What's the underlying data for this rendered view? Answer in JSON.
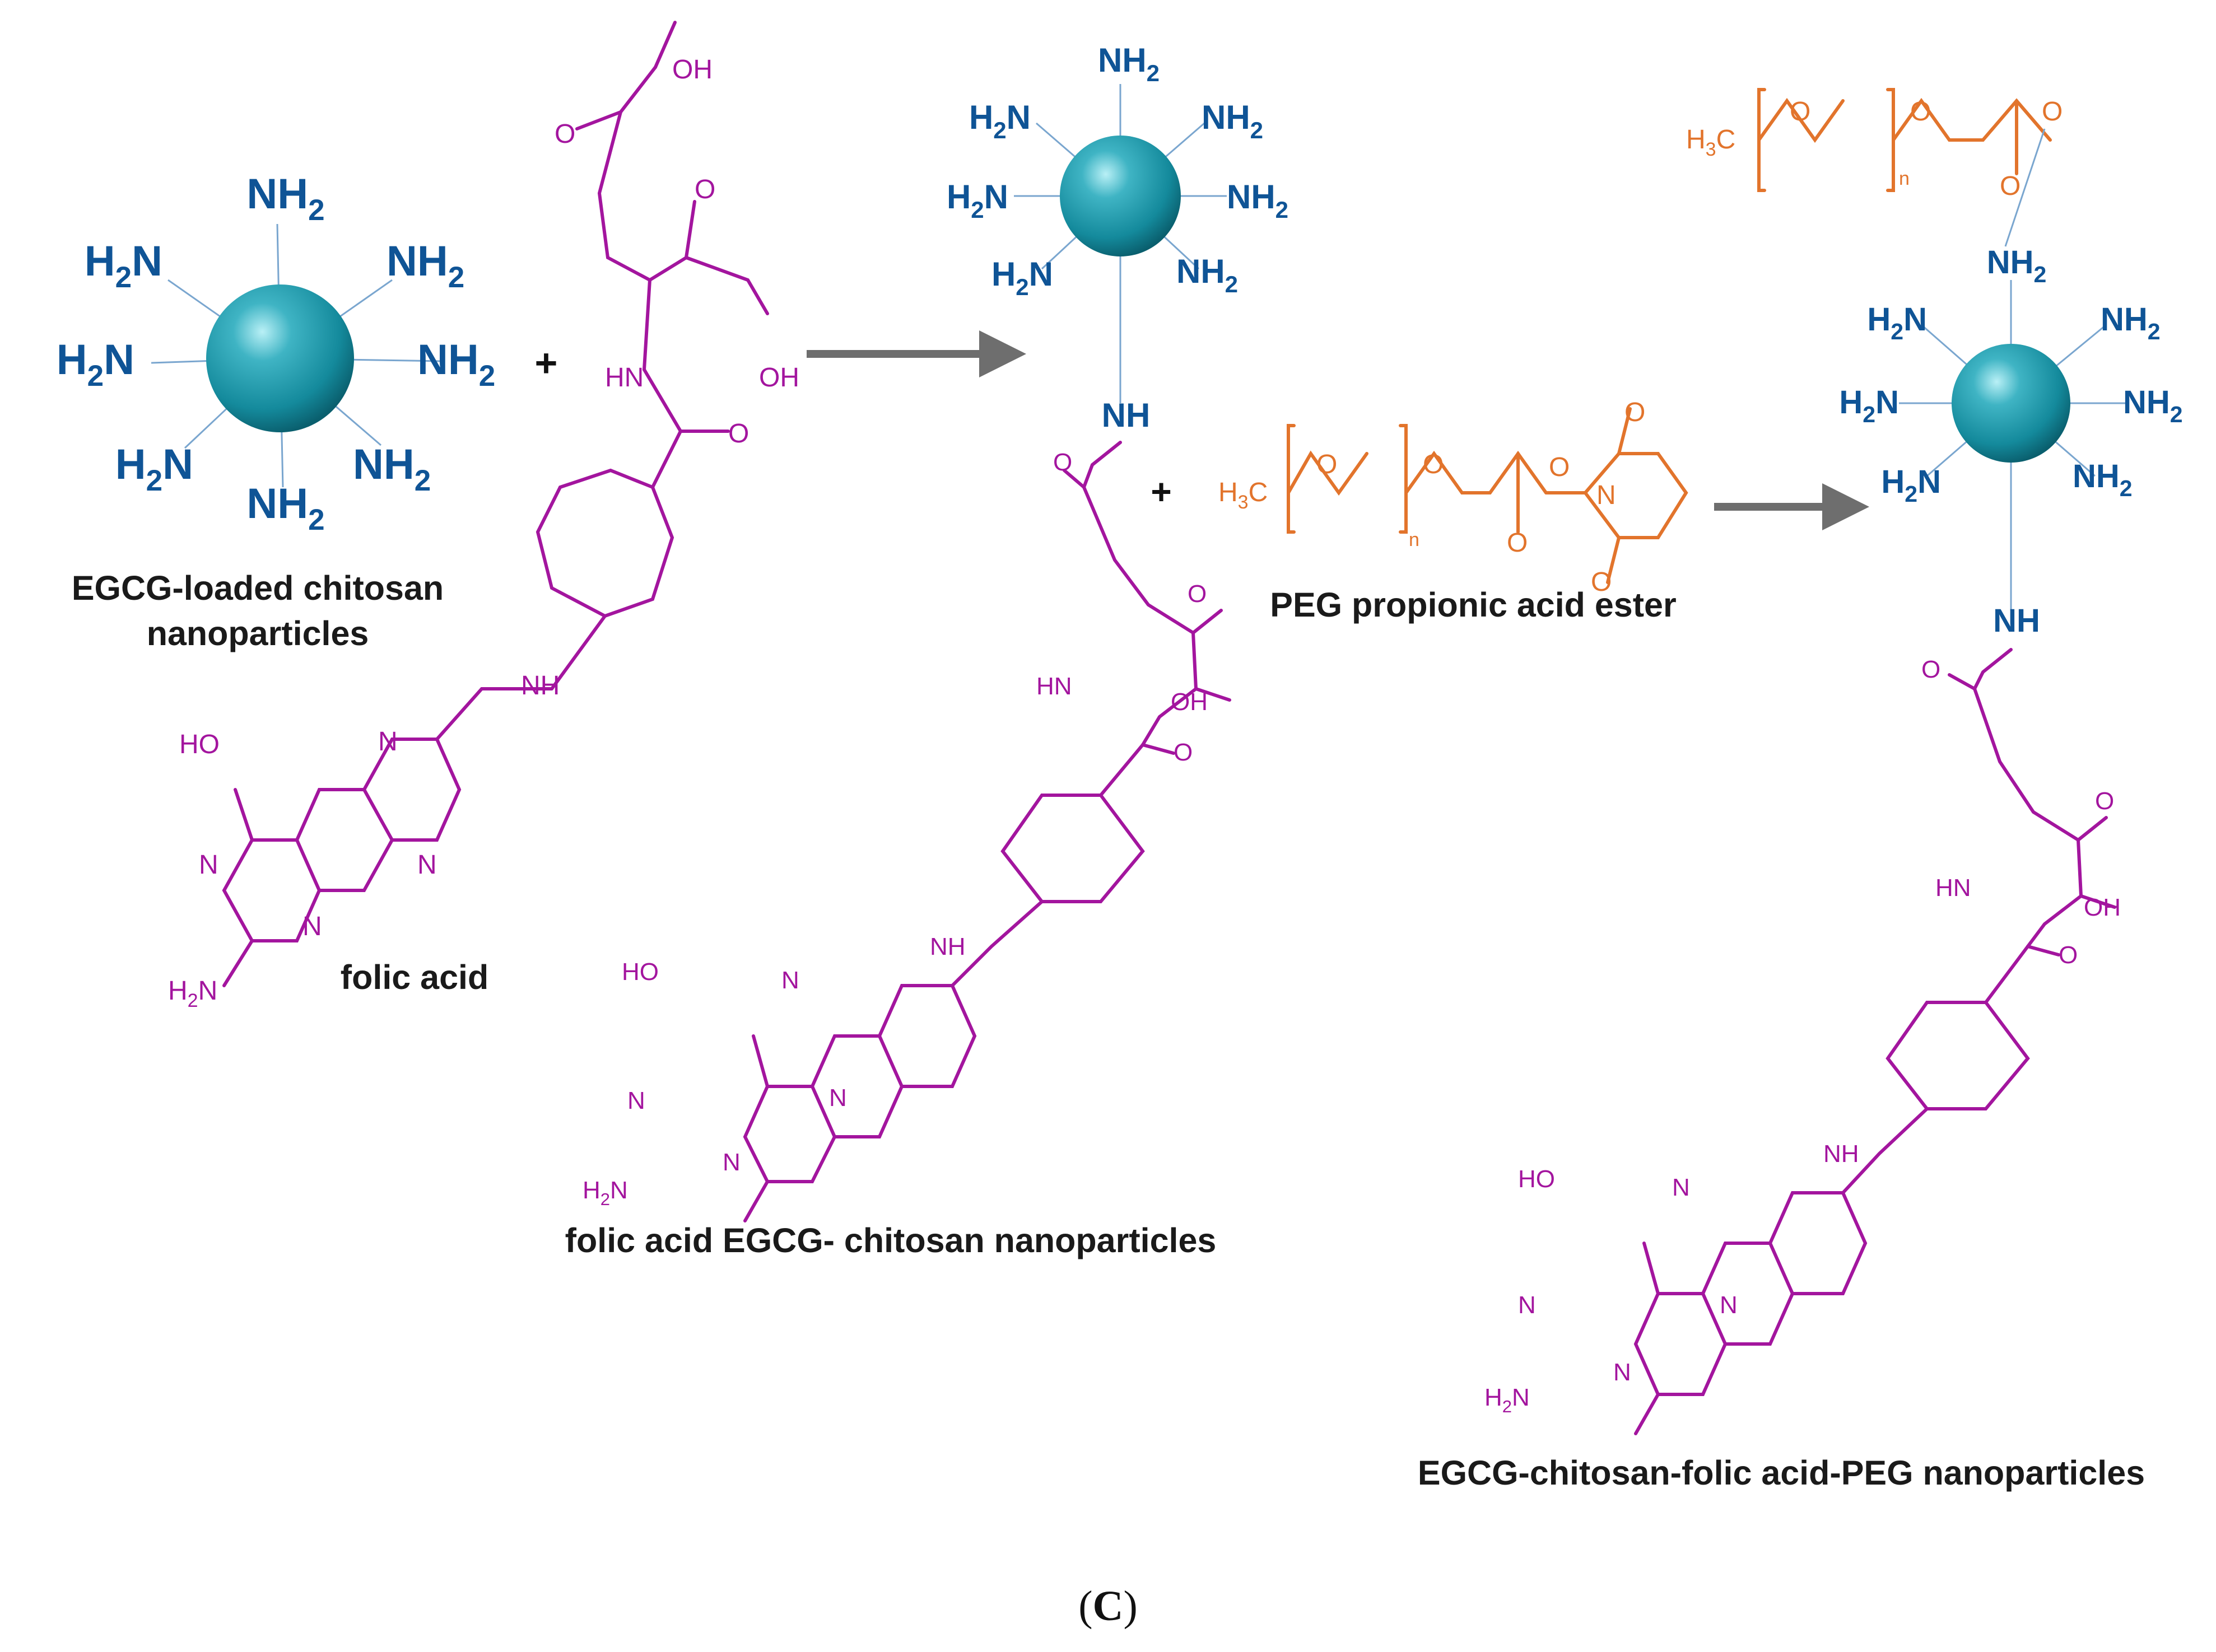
{
  "figure": {
    "panel_label": "C"
  },
  "colors": {
    "amine_blue": "#0f5496",
    "folate_magenta": "#a3159e",
    "peg_orange": "#e2742c",
    "sphere_teal": "#1c95a8",
    "arrow_gray": "#6e6e6e",
    "caption_black": "#1a1a1a"
  },
  "groups": {
    "nh2": "NH2",
    "h2n": "H2N",
    "nh": "NH",
    "hn": "HN",
    "oh": "OH",
    "ho": "HO",
    "o": "O",
    "n": "N",
    "h3c": "H3C",
    "rep_n": "n"
  },
  "operators": {
    "plus": "+"
  },
  "captions": {
    "chitosan_np": [
      "EGCG-loaded chitosan",
      "nanoparticles"
    ],
    "folic_acid": "folic acid",
    "fa_chitosan_np": "folic acid EGCG- chitosan nanoparticles",
    "peg_ester": "PEG propionic acid ester",
    "final_np": "EGCG-chitosan-folic acid-PEG nanoparticles"
  }
}
